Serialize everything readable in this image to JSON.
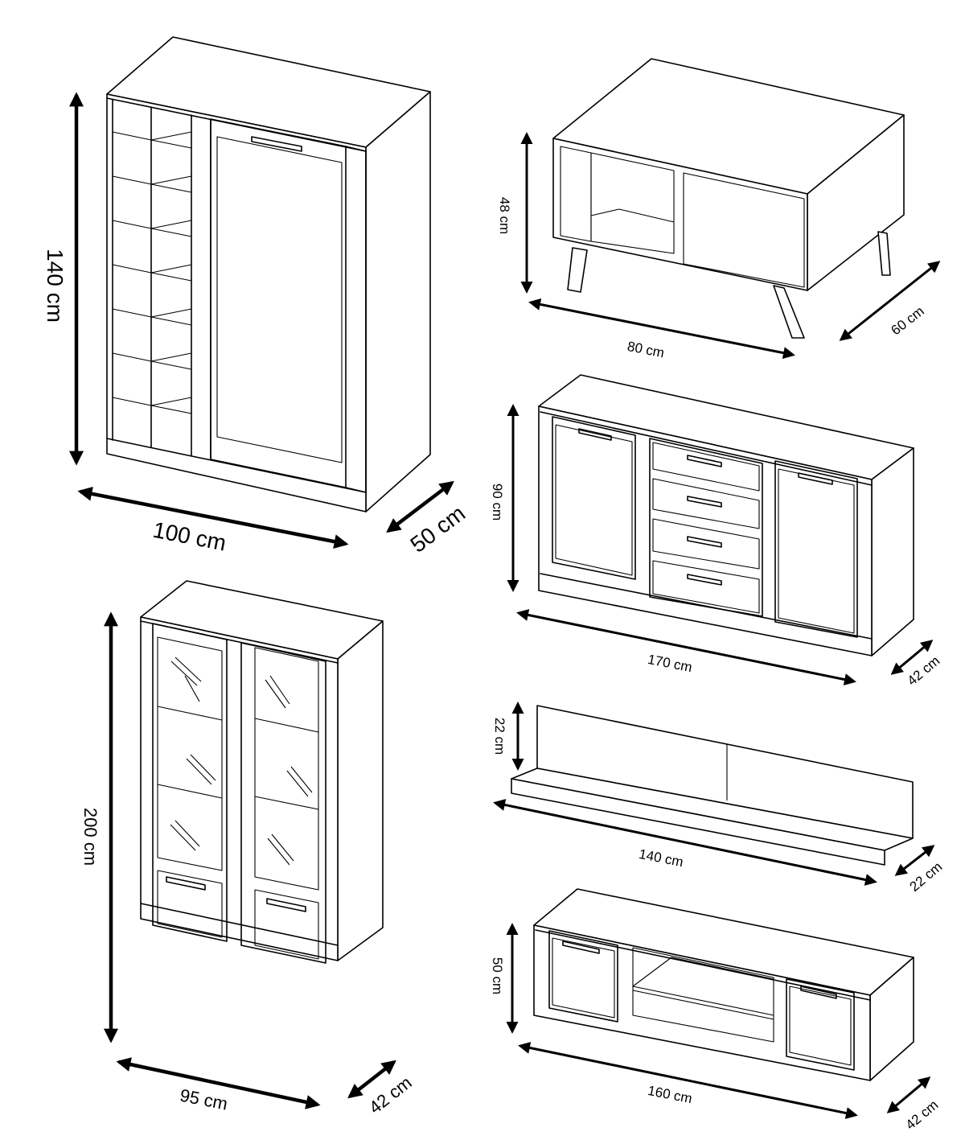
{
  "wine_cabinet": {
    "height": "140 cm",
    "width": "100 cm",
    "depth": "50 cm"
  },
  "coffee_table": {
    "height": "48 cm",
    "width": "80 cm",
    "depth": "60 cm"
  },
  "sideboard": {
    "height": "90 cm",
    "width": "170 cm",
    "depth": "42 cm"
  },
  "wall_shelf": {
    "height": "22 cm",
    "width": "140 cm",
    "depth": "22 cm"
  },
  "vitrine": {
    "height": "200 cm",
    "width": "95 cm",
    "depth": "42 cm"
  },
  "tv_stand": {
    "height": "50 cm",
    "width": "160 cm",
    "depth": "42 cm"
  }
}
